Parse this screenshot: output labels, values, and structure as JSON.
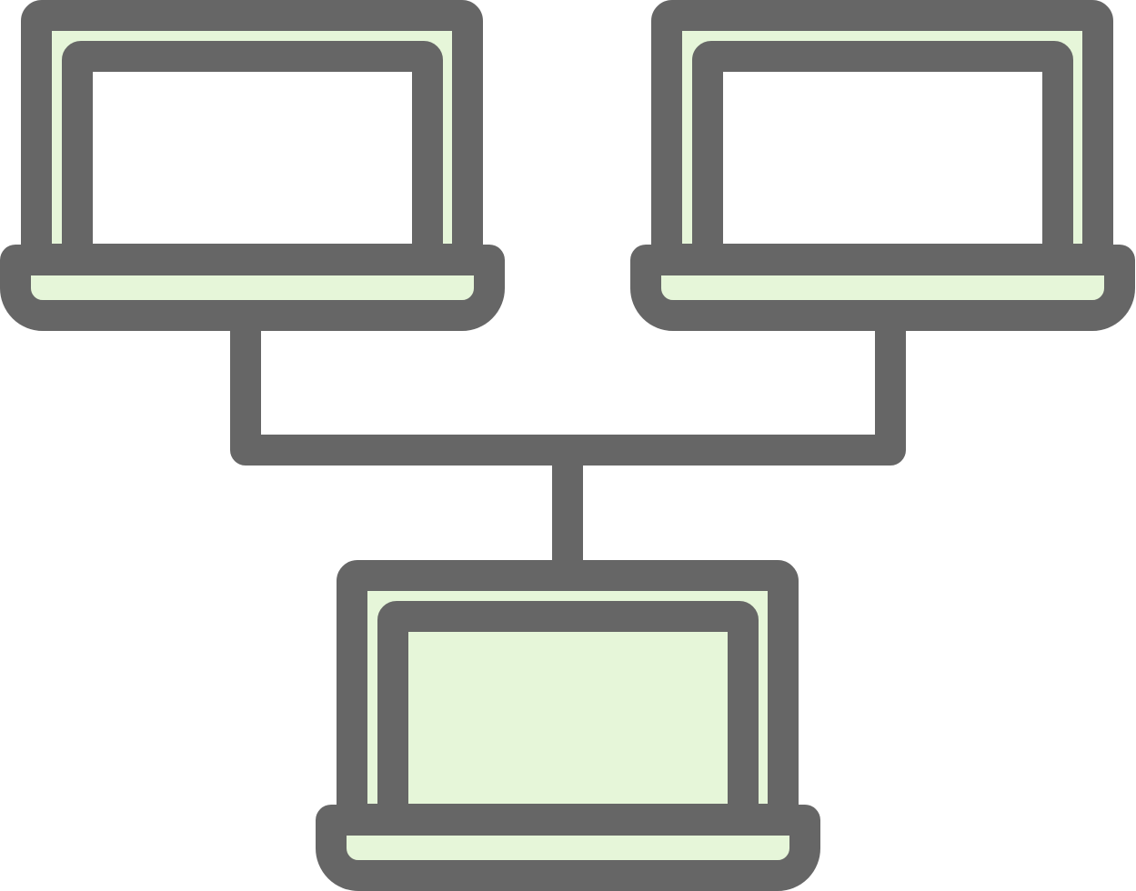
{
  "icon": {
    "name": "laptop-network-icon",
    "devices": [
      {
        "id": "top-left",
        "screen": "blank"
      },
      {
        "id": "top-right",
        "screen": "blank"
      },
      {
        "id": "bottom",
        "screen": "lit"
      }
    ],
    "connections": [
      [
        "top-left",
        "hub"
      ],
      [
        "top-right",
        "hub"
      ],
      [
        "hub",
        "bottom"
      ]
    ]
  },
  "colors": {
    "stroke": "#666666",
    "fill": "#e6f6d9",
    "screen_blank": "#ffffff",
    "screen_lit": "#e6f6d9",
    "background": "#ffffff"
  }
}
